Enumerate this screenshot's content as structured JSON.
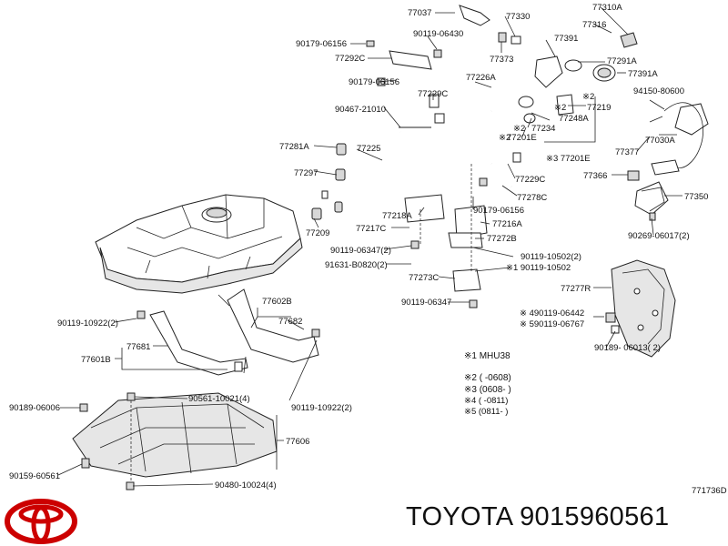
{
  "diagram": {
    "labels": {
      "l77037": "77037",
      "l77330": "77330",
      "l77310A": "77310A",
      "l77316": "77316",
      "l90179_06156a": "90179-06156",
      "l90119_06430": "90119-06430",
      "l77292C": "77292C",
      "l77373": "77373",
      "l77391": "77391",
      "l77291A": "77291A",
      "l77391A": "77391A",
      "l90179_06156b": "90179-06156",
      "l77226A": "77226A",
      "l94150_80600": "94150-80600",
      "l77229C_a": "77229C",
      "l_x2_77219": "※2",
      "l77219": "77219",
      "l90467_21010": "90467-21010",
      "l_x2_77248A": "※2",
      "l77248A": "77248A",
      "l_x2_77234": "※2",
      "l77234": "77234",
      "l_x2_77201E": "※2",
      "l77201E_a": "77201E",
      "l77201E_b": "※3 77201E",
      "l77030A": "77030A",
      "l77281A": "77281A",
      "l77225": "77225",
      "l77377": "77377",
      "l77297": "77297",
      "l77229C_b": "77229C",
      "l77366": "77366",
      "l77278C": "77278C",
      "l77350": "77350",
      "l90179_06156c": "90179-06156",
      "l77209": "77209",
      "l77218A": "77218A",
      "l77216A": "77216A",
      "l77217C": "77217C",
      "l77272B": "77272B",
      "l90269_06017": "90269-06017(2)",
      "l90119_06347a": "90119-06347(2)",
      "l90119_10502a": "90119-10502(2)",
      "l91631_B0820": "91631-B0820(2)",
      "l90119_10502b": "※1 90119-10502",
      "l77273C": "77273C",
      "l77277R": "77277R",
      "l90119_06347b": "90119-06347",
      "l77602B": "77602B",
      "l77682": "77682",
      "l490119_06442": "※ 490119-06442",
      "l590119_06767": "※ 590119-06767",
      "l90119_10922a": "90119-10922(2)",
      "l77681": "77681",
      "l90189_06013": "90189- 06013( 2)",
      "l77601B": "77601B",
      "n1": "※1  MHU38",
      "n2": "※2 (       -0608)",
      "n3": "※3 (0608-       )",
      "n4": "※4 (    -0811)",
      "n5": "※5 (0811-    )",
      "l90189_06006": "90189-06006",
      "l90561_10021": "90561-10021(4)",
      "l90119_10922b": "90119-10922(2)",
      "l77606": "77606",
      "l90159_60561": "90159-60561",
      "l90480_10024": "90480-10024(4)",
      "ref": "771736D"
    }
  },
  "footer": {
    "brand": "TOYOTA 9015960561",
    "logo_icon": "toyota-logo-icon",
    "logo_color": "#cc0000"
  }
}
